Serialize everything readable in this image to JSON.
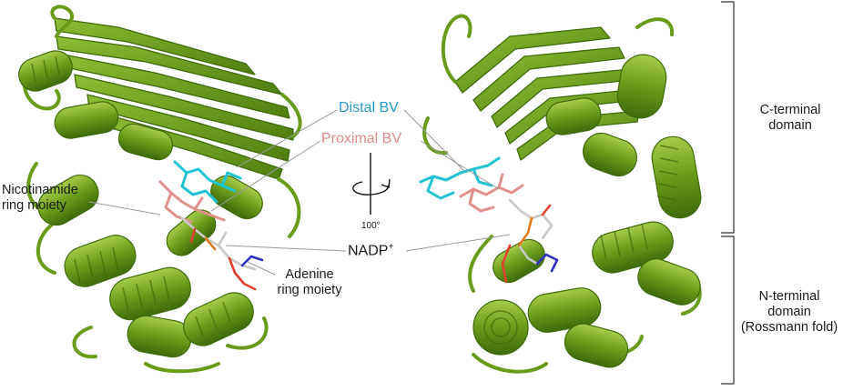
{
  "figure": {
    "labels": {
      "distal_bv": "Distal BV",
      "proximal_bv": "Proximal BV",
      "nicotinamide_line1": "Nicotinamide",
      "nicotinamide_line2": "ring moiety",
      "adenine_line1": "Adenine",
      "adenine_line2": "ring moiety",
      "nadp_main": "NADP",
      "nadp_sup": "+",
      "rotation_angle": "100°"
    },
    "domains": {
      "c_terminal_line1": "C-terminal",
      "c_terminal_line2": "domain",
      "n_terminal_line1": "N-terminal",
      "n_terminal_line2": "domain",
      "n_terminal_line3": "(Rossmann fold)"
    },
    "colors": {
      "protein": "#6a9a1a",
      "protein_dark": "#3f6a0a",
      "protein_light": "#a6cc4a",
      "distal_bv": "#1fc3d2",
      "proximal_bv": "#e0918c",
      "nadp_carbon": "#c9c9c9",
      "phosphate": "#e07a1a",
      "oxygen": "#e04030",
      "nitrogen": "#3030c8",
      "distal_label": "#2a9bd0",
      "proximal_label": "#e08a88",
      "leader_line": "#9a9a9a",
      "text": "#1a1a1a"
    }
  }
}
